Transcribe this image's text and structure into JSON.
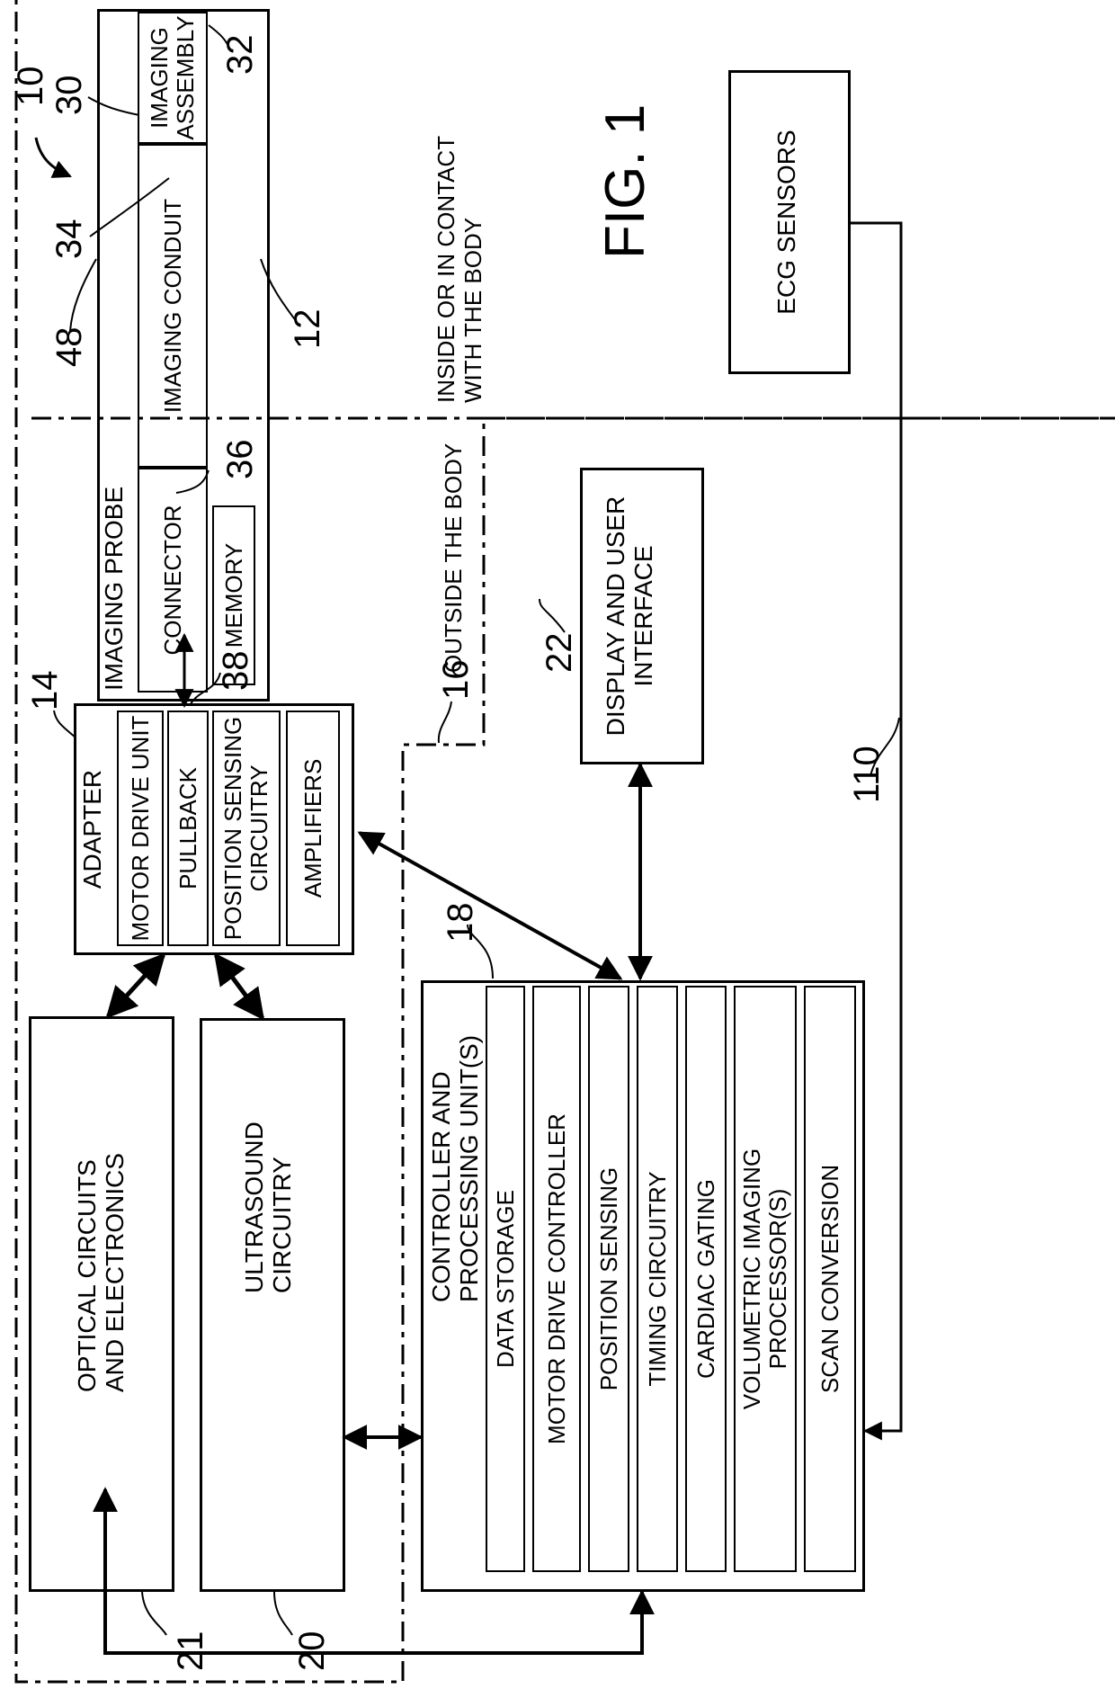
{
  "figure_label": "FIG. 1",
  "system_ref": "10",
  "regions": {
    "inside": "INSIDE OR IN CONTACT\nWITH THE BODY",
    "outside": "OUTSIDE THE BODY"
  },
  "probe": {
    "title": "IMAGING PROBE",
    "connector": "CONNECTOR",
    "memory": "MEMORY",
    "conduit": "IMAGING CONDUIT",
    "assembly": "IMAGING\nASSEMBLY",
    "refs": {
      "probe": "12",
      "housing": "48",
      "assembly_box": "30",
      "assembly": "32",
      "conduit": "34",
      "connector": "36",
      "port": "38"
    }
  },
  "adapter": {
    "title": "ADAPTER",
    "ref": "14",
    "items": [
      "MOTOR DRIVE UNIT",
      "PULLBACK",
      "POSITION SENSING\nCIRCUITRY",
      "AMPLIFIERS"
    ]
  },
  "console": {
    "ref": "16"
  },
  "display": {
    "label": "DISPLAY AND USER\nINTERFACE",
    "ref": "22"
  },
  "ecg": {
    "label": "ECG SENSORS",
    "ref": "110"
  },
  "optical": {
    "label": "OPTICAL CIRCUITS\nAND ELECTRONICS",
    "ref": "21"
  },
  "ultrasound": {
    "label": "ULTRASOUND\nCIRCUITRY",
    "ref": "20"
  },
  "controller": {
    "title": "CONTROLLER AND\nPROCESSING UNIT(S)",
    "ref": "18",
    "items": [
      "DATA STORAGE",
      "MOTOR DRIVE CONTROLLER",
      "POSITION SENSING",
      "TIMING CIRCUITRY",
      "CARDIAC GATING",
      "VOLUMETRIC IMAGING\nPROCESSOR(S)",
      "SCAN CONVERSION"
    ]
  }
}
